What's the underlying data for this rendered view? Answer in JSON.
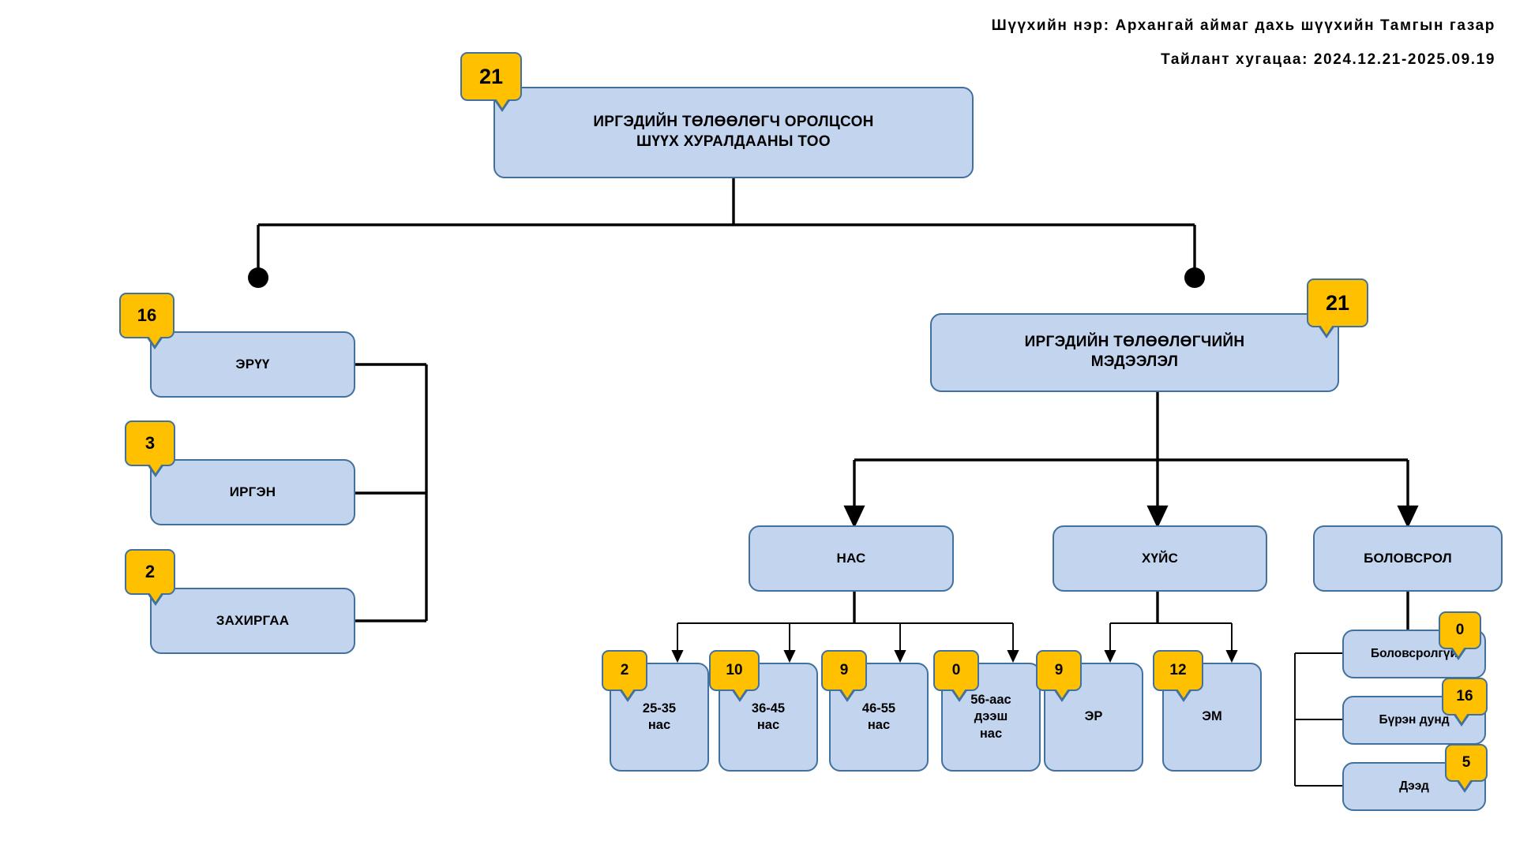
{
  "header": {
    "court_name": "Шүүхийн нэр: Архангай аймаг дахь шүүхийн Тамгын газар",
    "report_period": "Тайлант хугацаа: 2024.12.21-2025.09.19"
  },
  "colors": {
    "node_fill": "#c3d4ef",
    "node_border": "#41719c",
    "badge_fill": "#ffc000",
    "badge_border": "#41719c",
    "connector": "#000000",
    "text": "#000000"
  },
  "chart_data": {
    "type": "diagram",
    "title": "ИРГЭДИЙН ТӨЛӨӨЛӨГЧ ОРОЛЦСОН ШҮҮХ ХУРАЛДААНЫ ТОО",
    "root_value": 21,
    "nodes": [
      {
        "label": "ИРГЭДИЙН ТӨЛӨӨЛӨГЧ ОРОЛЦСОН ШҮҮХ ХУРАЛДААНЫ ТОО",
        "value": 21
      },
      {
        "label": "ЭРҮҮ",
        "value": 16
      },
      {
        "label": "ИРГЭН",
        "value": 3
      },
      {
        "label": "ЗАХИРГАА",
        "value": 2
      },
      {
        "label": "ИРГЭДИЙН ТӨЛӨӨЛӨГЧИЙН МЭДЭЭЛЭЛ",
        "value": 21
      },
      {
        "label": "НАС",
        "value": null
      },
      {
        "label": "ХҮЙС",
        "value": null
      },
      {
        "label": "БОЛОВСРОЛ",
        "value": null
      },
      {
        "label": "25-35 нас",
        "value": 2
      },
      {
        "label": "36-45 нас",
        "value": 10
      },
      {
        "label": "46-55 нас",
        "value": 9
      },
      {
        "label": "56-аас дээш нас",
        "value": 0
      },
      {
        "label": "ЭР",
        "value": 9
      },
      {
        "label": "ЭМ",
        "value": 12
      },
      {
        "label": "Боловсролгүй",
        "value": 0
      },
      {
        "label": "Бүрэн дунд",
        "value": 16
      },
      {
        "label": "Дээд",
        "value": 5
      }
    ]
  },
  "root": {
    "title_line1": "ИРГЭДИЙН ТӨЛӨӨЛӨГЧ ОРОЛЦСОН",
    "title_line2": "ШҮҮХ ХУРАЛДААНЫ ТОО",
    "badge": "21"
  },
  "case_types": [
    {
      "label": "ЭРҮҮ",
      "badge": "16"
    },
    {
      "label": "ИРГЭН",
      "badge": "3"
    },
    {
      "label": "ЗАХИРГАА",
      "badge": "2"
    }
  ],
  "rep_info": {
    "title_line1": "ИРГЭДИЙН ТӨЛӨӨЛӨГЧИЙН",
    "title_line2": "МЭДЭЭЛЭЛ",
    "badge": "21"
  },
  "categories": {
    "age": "НАС",
    "gender": "ХҮЙС",
    "education": "БОЛОВСРОЛ"
  },
  "age_groups": [
    {
      "line1": "25-35",
      "line2": "нас",
      "line3": "",
      "badge": "2"
    },
    {
      "line1": "36-45",
      "line2": "нас",
      "line3": "",
      "badge": "10"
    },
    {
      "line1": "46-55",
      "line2": "нас",
      "line3": "",
      "badge": "9"
    },
    {
      "line1": "56-аас",
      "line2": "дээш",
      "line3": "нас",
      "badge": "0"
    }
  ],
  "genders": [
    {
      "label": "ЭР",
      "badge": "9"
    },
    {
      "label": "ЭМ",
      "badge": "12"
    }
  ],
  "education_levels": [
    {
      "label": "Боловсролгүй",
      "badge": "0"
    },
    {
      "label": "Бүрэн дунд",
      "badge": "16"
    },
    {
      "label": "Дээд",
      "badge": "5"
    }
  ]
}
